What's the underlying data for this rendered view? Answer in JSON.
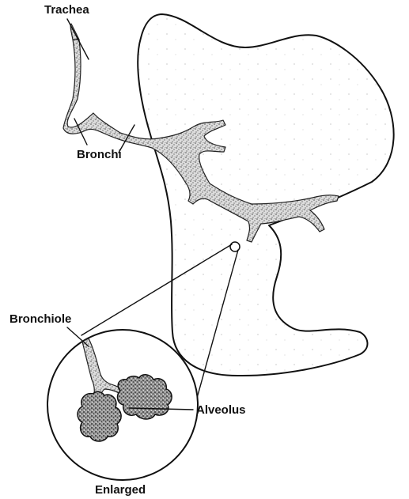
{
  "labels": {
    "trachea": "Trachea",
    "bronchi": "Bronchi",
    "bronchiole": "Bronchiole",
    "alveolus": "Alveolus",
    "enlarged": "Enlarged"
  }
}
